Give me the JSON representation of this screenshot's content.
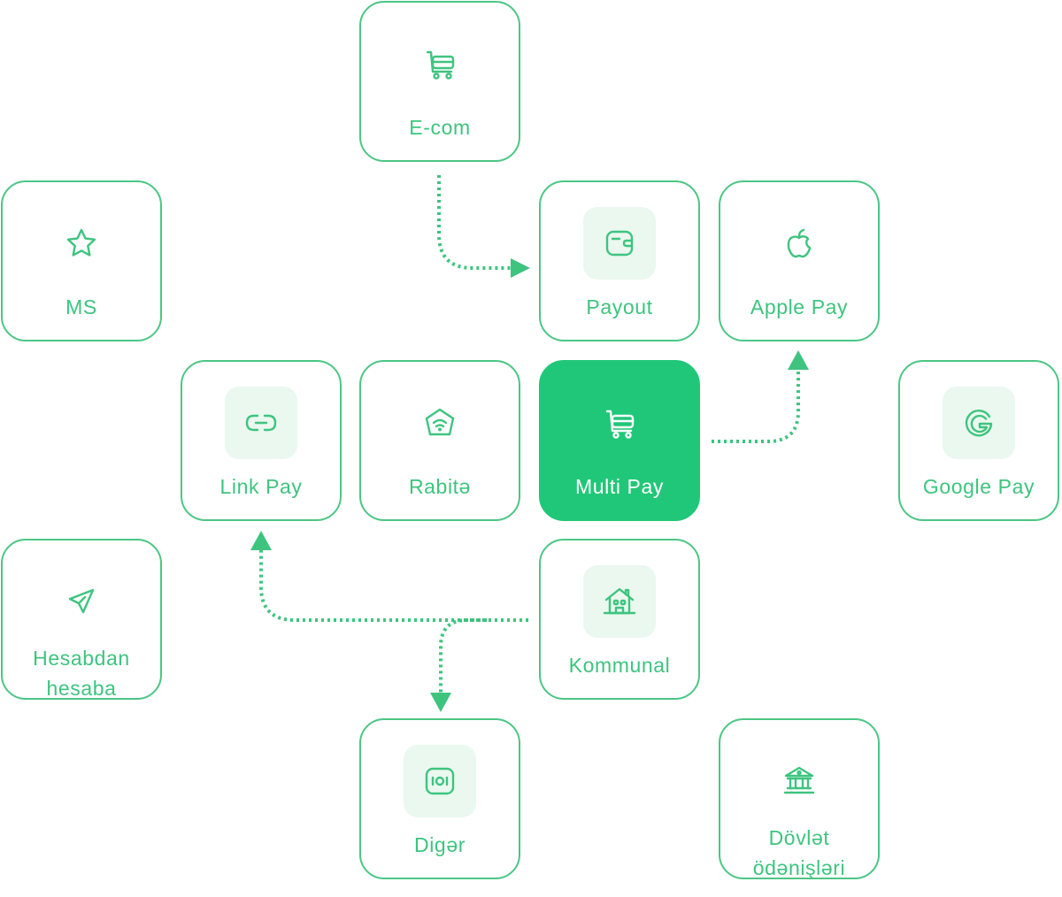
{
  "cards": {
    "ecom": {
      "label": "E-com",
      "icon": "cart-icon"
    },
    "ms": {
      "label": "MS",
      "icon": "star-icon"
    },
    "payout": {
      "label": "Payout",
      "icon": "wallet-icon"
    },
    "apple_pay": {
      "label": "Apple Pay",
      "icon": "apple-icon"
    },
    "link_pay": {
      "label": "Link Pay",
      "icon": "link-icon"
    },
    "rabite": {
      "label": "Rabitə",
      "icon": "wifi-home-icon"
    },
    "multi_pay": {
      "label": "Multi Pay",
      "icon": "cart-icon",
      "active": true
    },
    "google_pay": {
      "label": "Google Pay",
      "icon": "google-icon"
    },
    "hesabdan": {
      "label_line1": "Hesabdan",
      "label_line2": "hesaba",
      "icon": "send-icon"
    },
    "kommunal": {
      "label": "Kommunal",
      "icon": "house-icon"
    },
    "diger": {
      "label": "Digər",
      "icon": "cash-icon"
    },
    "dovlet": {
      "label_line1": "Dövlət",
      "label_line2": "ödənişləri",
      "icon": "bank-icon"
    }
  },
  "colors": {
    "accent": "#21c778",
    "stroke": "#3ec47f",
    "tint": "#eaf8ef"
  }
}
